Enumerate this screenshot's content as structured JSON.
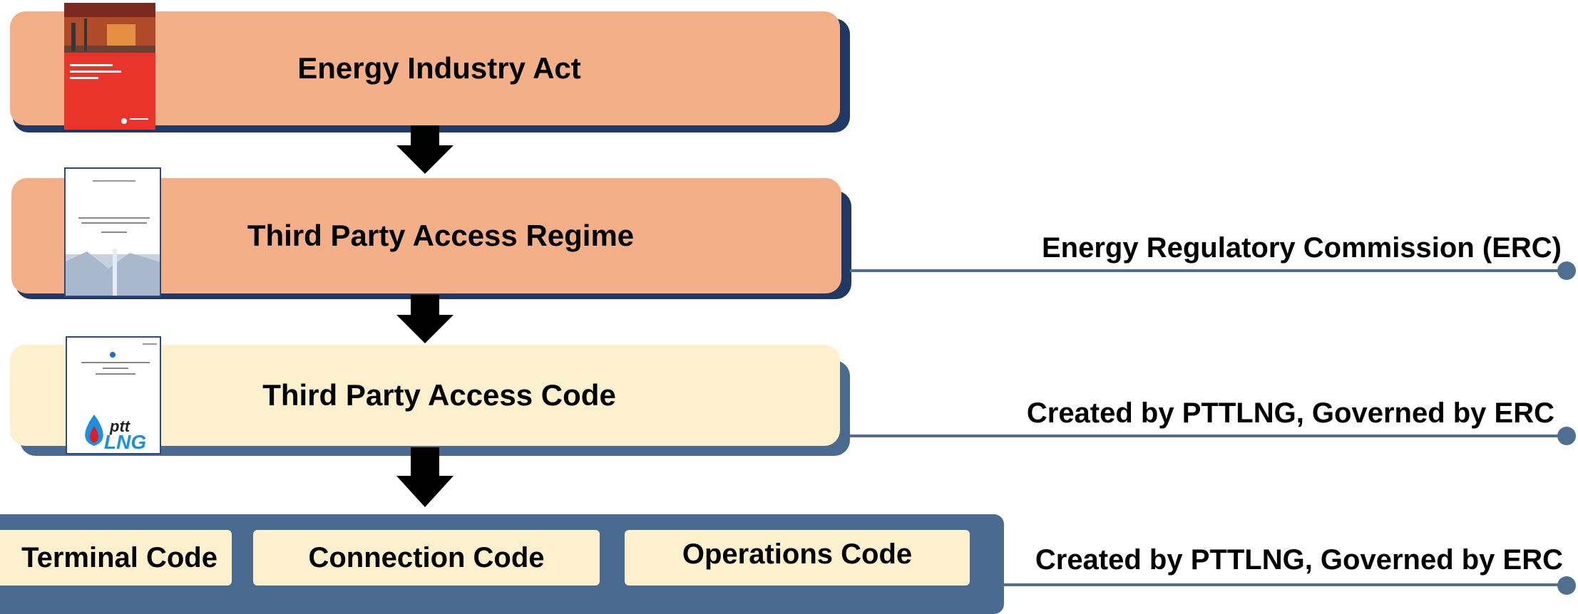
{
  "colors": {
    "salmon": "#f3b088",
    "cream": "#fdf0cd",
    "navy_shadow": "#1f3864",
    "steel_blue": "#4a6b8f",
    "connector": "#4f6f91",
    "arrow": "#000000",
    "cover_red": "#e8342a"
  },
  "boxes": {
    "energy_industry_act": "Energy Industry Act",
    "third_party_access_regime": "Third Party Access Regime",
    "third_party_access_code": "Third Party Access Code"
  },
  "sub_codes": [
    "Terminal Code",
    "Connection Code",
    "Operations Code"
  ],
  "captions": {
    "regime": "Energy Regulatory Commission (ERC)",
    "access_code": "Created by PTTLNG, Governed by ERC",
    "sub_codes": "Created by PTTLNG, Governed by ERC"
  },
  "documents": {
    "act_cover_icon": "red-book-cover-icon",
    "regime_cover_icon": "regime-document-icon",
    "code_cover_icon": "ptt-lng-document-icon",
    "logo_text": "ptt LNG"
  }
}
